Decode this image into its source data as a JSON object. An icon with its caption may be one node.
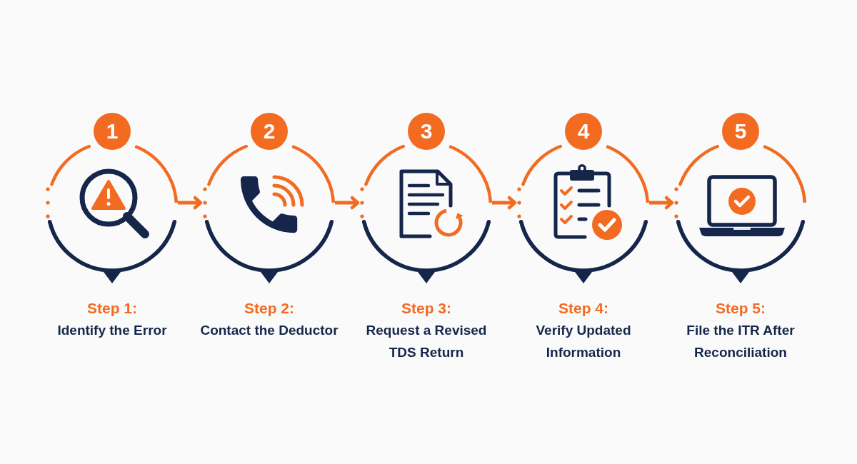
{
  "diagram": {
    "nodes": [
      {
        "text": [
          "1"
        ],
        "beside": [
          "Step 1:",
          "Identify the Error"
        ]
      },
      {
        "text": [
          "2"
        ],
        "beside": [
          "Step 2:",
          "Contact the Deductor"
        ]
      },
      {
        "text": [
          "3"
        ],
        "beside": [
          "Step 3:",
          "Request a Revised TDS Return"
        ]
      },
      {
        "text": [
          "4"
        ],
        "beside": [
          "Step 4:",
          "Verify Updated Information"
        ]
      },
      {
        "text": [
          "5"
        ],
        "beside": [
          "Step 5:",
          "File the ITR After Reconciliation"
        ]
      }
    ],
    "edges": [
      {
        "from": 0,
        "to": 1,
        "arrow": "to"
      },
      {
        "from": 1,
        "to": 2,
        "arrow": "to"
      },
      {
        "from": 2,
        "to": 3,
        "arrow": "to"
      },
      {
        "from": 3,
        "to": 4,
        "arrow": "to"
      }
    ]
  }
}
